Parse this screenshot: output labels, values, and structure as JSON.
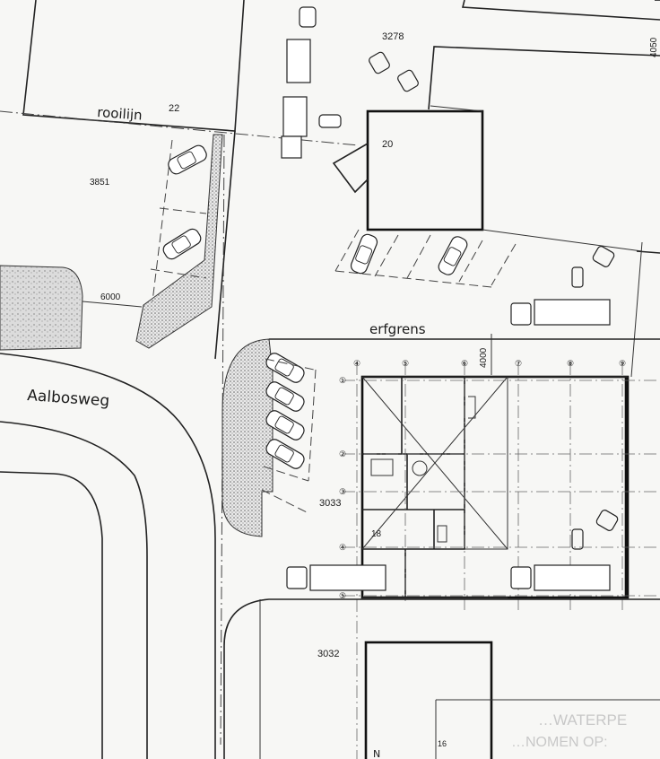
{
  "labels": {
    "plot_3278": "3278",
    "dim_4050": "4050",
    "rooilijn": "rooilijn",
    "plot_22": "22",
    "building_20": "20",
    "plot_3851": "3851",
    "dim_6000": "6000",
    "erfgrens": "erfgrens",
    "dim_4000": "4000",
    "street": "Aalbosweg",
    "plot_3033": "3033",
    "room_18": "18",
    "plot_3032": "3032",
    "plot_16": "16",
    "north": "N",
    "stamp_line1": "…WATERPE",
    "stamp_line2": "…NOMEN OP:"
  },
  "grid_markers": {
    "columns": [
      "④",
      "⑤",
      "⑥",
      "⑦",
      "⑧",
      "⑨"
    ],
    "rows": [
      "①",
      "②",
      "③",
      "④",
      "⑤"
    ]
  },
  "colors": {
    "paper": "#f7f7f5",
    "ink": "#1a1a1a",
    "hatch": "#bdbdbd"
  }
}
